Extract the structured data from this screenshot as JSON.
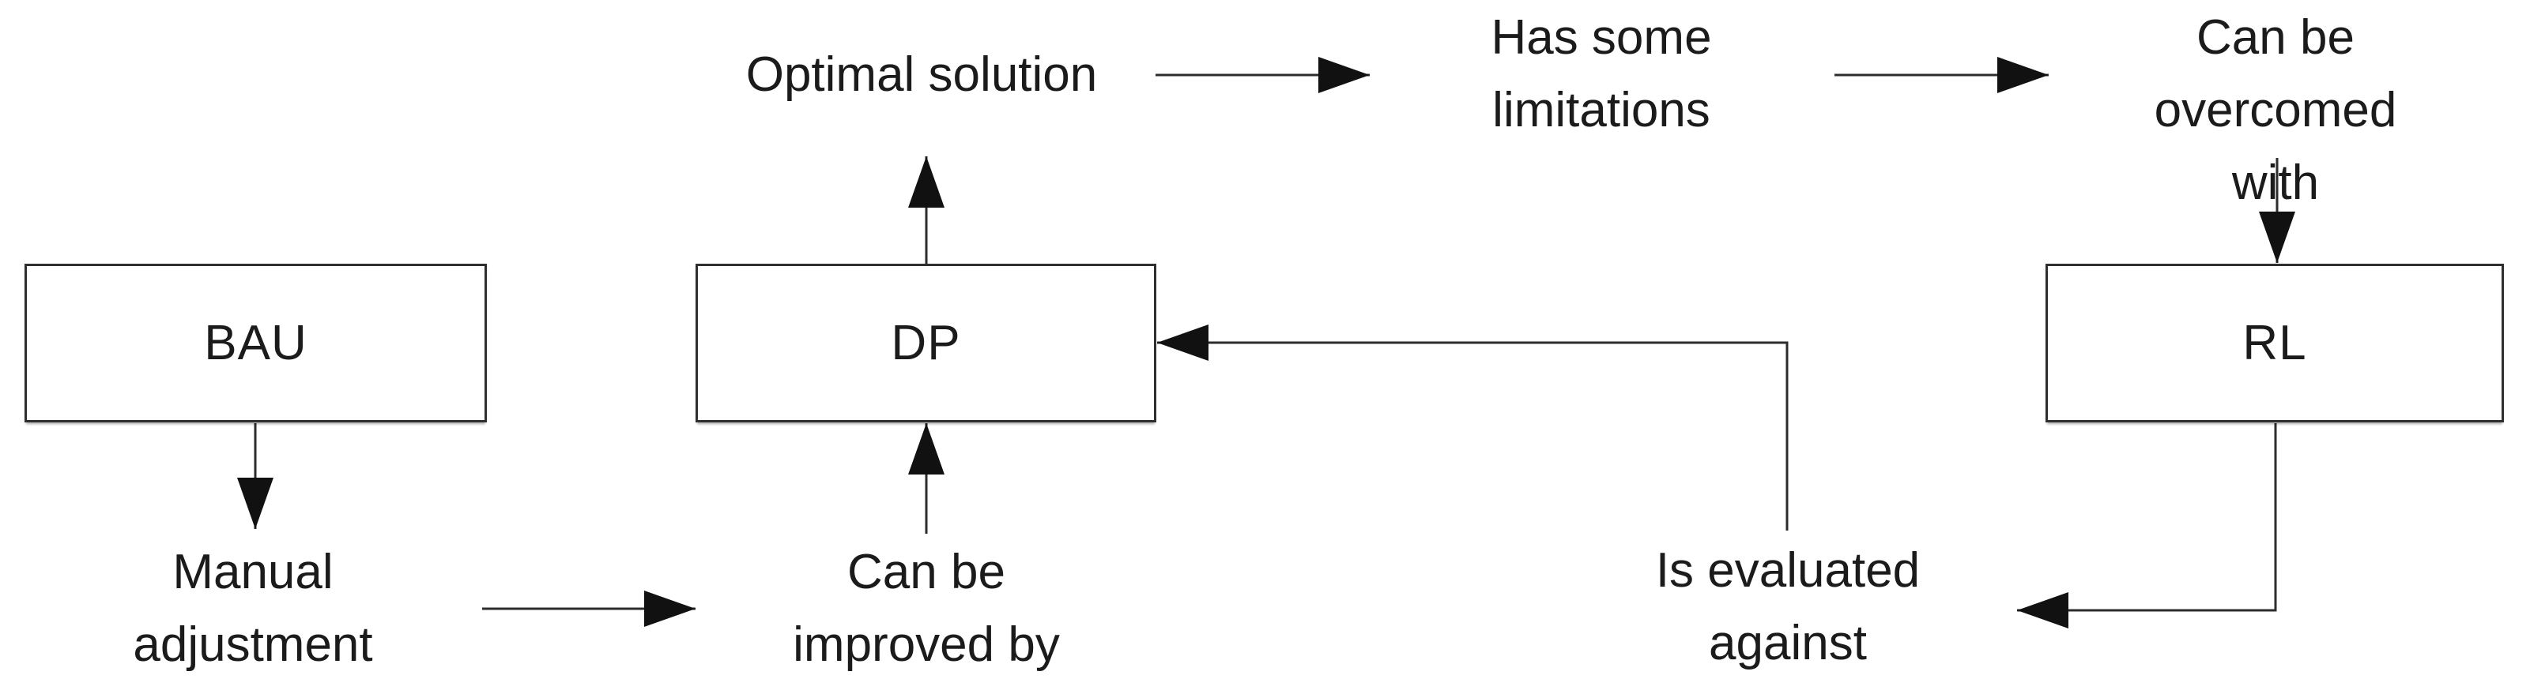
{
  "diagram": {
    "title": "BAU / DP / RL relationship flow",
    "colors": {
      "background": "#ffffff",
      "line": "#2d2d2d",
      "arrowhead": "#111111",
      "text": "#1b1b1b",
      "node_border": "#2f2f2f",
      "node_fill": "#ffffff"
    },
    "nodes": [
      {
        "id": "bau",
        "label": "BAU"
      },
      {
        "id": "dp",
        "label": "DP"
      },
      {
        "id": "rl",
        "label": "RL"
      }
    ],
    "labels": [
      {
        "id": "optimal-solution",
        "text": "Optimal solution"
      },
      {
        "id": "has-some-limitations",
        "text": "Has some\nlimitations"
      },
      {
        "id": "can-be-overcomed-with",
        "text": "Can be\novercomed with"
      },
      {
        "id": "manual-adjustment",
        "text": "Manual\nadjustment"
      },
      {
        "id": "can-be-improved-by",
        "text": "Can be\nimproved by"
      },
      {
        "id": "is-evaluated-against",
        "text": "Is evaluated\nagainst"
      }
    ],
    "edges": [
      {
        "from": "BAU",
        "to": "Manual adjustment",
        "direction": "down"
      },
      {
        "from": "Manual adjustment",
        "to": "Can be improved by",
        "direction": "right"
      },
      {
        "from": "Can be improved by",
        "to": "DP",
        "direction": "up"
      },
      {
        "from": "DP",
        "to": "Optimal solution",
        "direction": "up"
      },
      {
        "from": "Optimal solution",
        "to": "Has some limitations",
        "direction": "right"
      },
      {
        "from": "Has some limitations",
        "to": "Can be overcomed with",
        "direction": "right"
      },
      {
        "from": "Can be overcomed with",
        "to": "RL",
        "direction": "down"
      },
      {
        "from": "RL",
        "to": "Is evaluated against",
        "direction": "down-left"
      },
      {
        "from": "Is evaluated against",
        "to": "DP",
        "direction": "up-left"
      }
    ]
  }
}
